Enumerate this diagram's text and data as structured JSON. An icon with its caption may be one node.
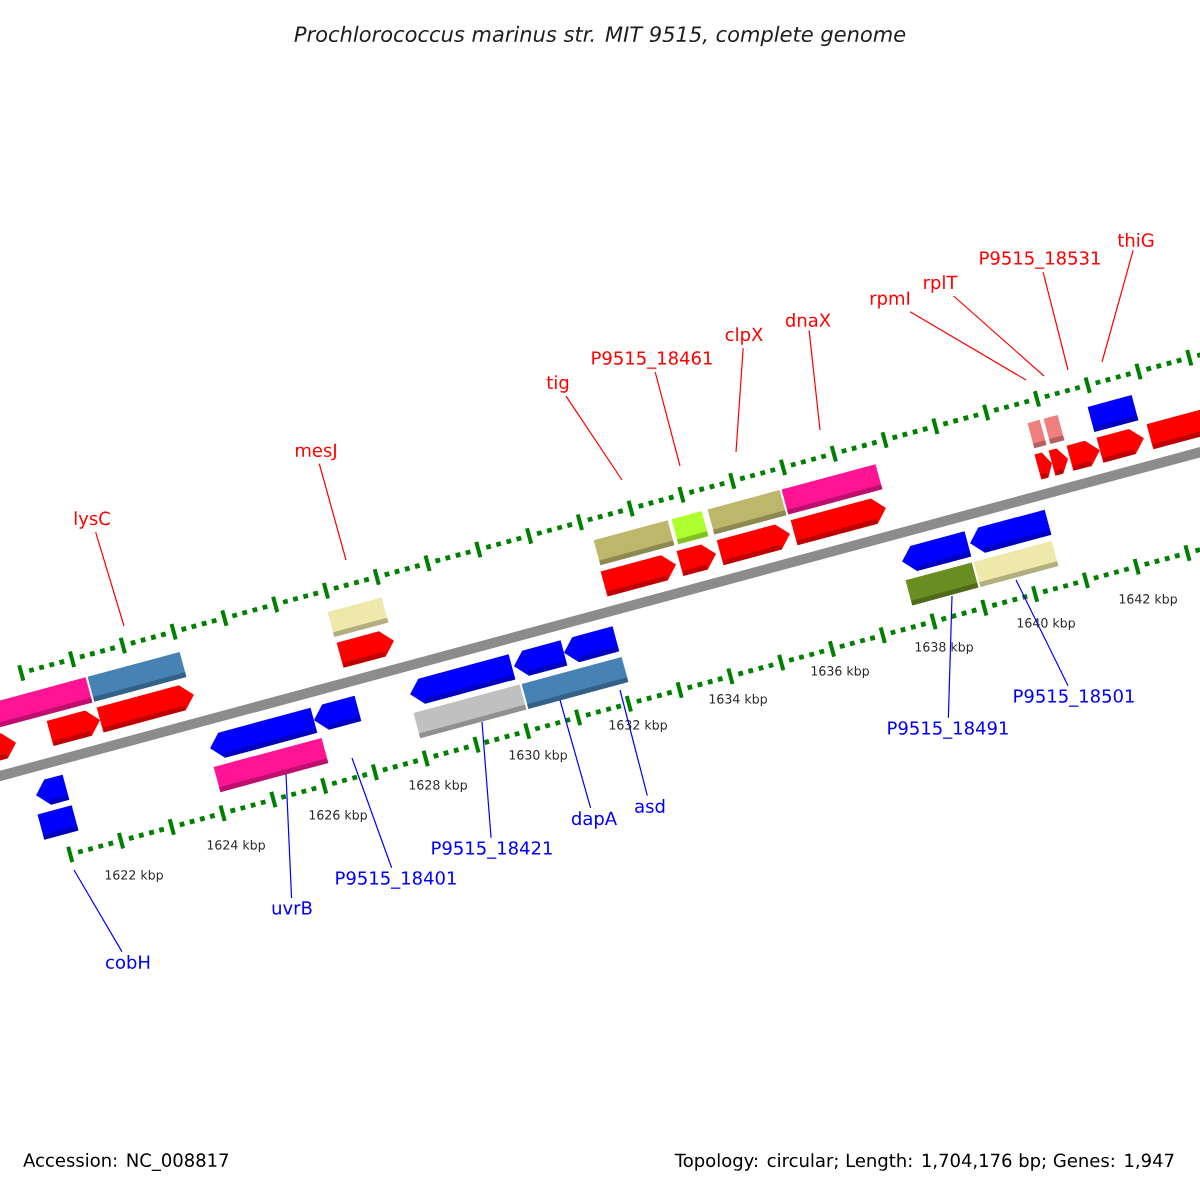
{
  "diagram": {
    "title": "Prochlorococcus marinus str. MIT 9515, complete genome",
    "nodes": [
      {
        "text": [
          "lysC"
        ]
      },
      {
        "text": [
          "mesJ"
        ]
      },
      {
        "text": [
          "tig"
        ]
      },
      {
        "text": [
          "P9515_18461"
        ]
      },
      {
        "text": [
          "clpX"
        ]
      },
      {
        "text": [
          "dnaX"
        ]
      },
      {
        "text": [
          "rpmI"
        ]
      },
      {
        "text": [
          "rplT"
        ]
      },
      {
        "text": [
          "P9515_18531"
        ]
      },
      {
        "text": [
          "thiG"
        ]
      },
      {
        "text": [
          "cobH"
        ]
      },
      {
        "text": [
          "uvrB"
        ]
      },
      {
        "text": [
          "P9515_18401"
        ]
      },
      {
        "text": [
          "P9515_18421"
        ]
      },
      {
        "text": [
          "dapA"
        ]
      },
      {
        "text": [
          "asd"
        ]
      },
      {
        "text": [
          "P9515_18491"
        ]
      },
      {
        "text": [
          "P9515_18501"
        ]
      }
    ],
    "edges": [
      {
        "from": 0,
        "to": null,
        "arrow": "none",
        "color": "#ff0000"
      },
      {
        "from": 1,
        "to": null,
        "arrow": "none",
        "color": "#ff0000"
      },
      {
        "from": 2,
        "to": null,
        "arrow": "none",
        "color": "#ff0000"
      },
      {
        "from": 3,
        "to": null,
        "arrow": "none",
        "color": "#ff0000"
      },
      {
        "from": 4,
        "to": null,
        "arrow": "none",
        "color": "#ff0000"
      },
      {
        "from": 5,
        "to": null,
        "arrow": "none",
        "color": "#ff0000"
      },
      {
        "from": 6,
        "to": null,
        "arrow": "none",
        "color": "#ff0000"
      },
      {
        "from": 7,
        "to": null,
        "arrow": "none",
        "color": "#ff0000"
      },
      {
        "from": 8,
        "to": null,
        "arrow": "none",
        "color": "#ff0000"
      },
      {
        "from": 9,
        "to": null,
        "arrow": "none",
        "color": "#ff0000"
      },
      {
        "from": 10,
        "to": null,
        "arrow": "none",
        "color": "#0000ff"
      },
      {
        "from": 11,
        "to": null,
        "arrow": "none",
        "color": "#0000ff"
      },
      {
        "from": 12,
        "to": null,
        "arrow": "none",
        "color": "#0000ff"
      },
      {
        "from": 13,
        "to": null,
        "arrow": "none",
        "color": "#0000ff"
      },
      {
        "from": 14,
        "to": null,
        "arrow": "none",
        "color": "#0000ff"
      },
      {
        "from": 15,
        "to": null,
        "arrow": "none",
        "color": "#0000ff"
      },
      {
        "from": 16,
        "to": null,
        "arrow": "none",
        "color": "#0000ff"
      },
      {
        "from": 17,
        "to": null,
        "arrow": "none",
        "color": "#0000ff"
      }
    ],
    "labels": [
      "1622 kbp",
      "1624 kbp",
      "1626 kbp",
      "1628 kbp",
      "1630 kbp",
      "1632 kbp",
      "1634 kbp",
      "1636 kbp",
      "1638 kbp",
      "1640 kbp",
      "1642 kbp",
      "Accession: NC_008817",
      "Topology: circular; Length: 1,704,176 bp; Genes: 1,947"
    ]
  }
}
